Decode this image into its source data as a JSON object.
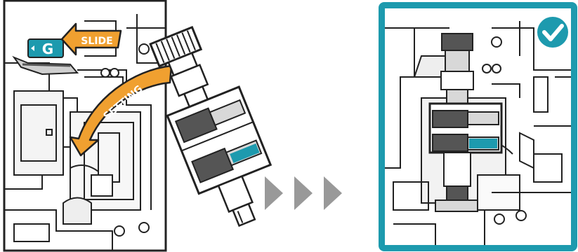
{
  "colors": {
    "orange": "#F0A030",
    "teal": "#1D9AAE",
    "ink": "#222222",
    "gray_dark": "#555555",
    "gray_light": "#D8D8D8",
    "white": "#FFFFFF"
  },
  "labels": {
    "slide": "SLIDE",
    "setting": "SETTING",
    "tab_code": "G"
  },
  "icons": {
    "done": "check-icon",
    "next": "triple-chevron-right-icon"
  }
}
